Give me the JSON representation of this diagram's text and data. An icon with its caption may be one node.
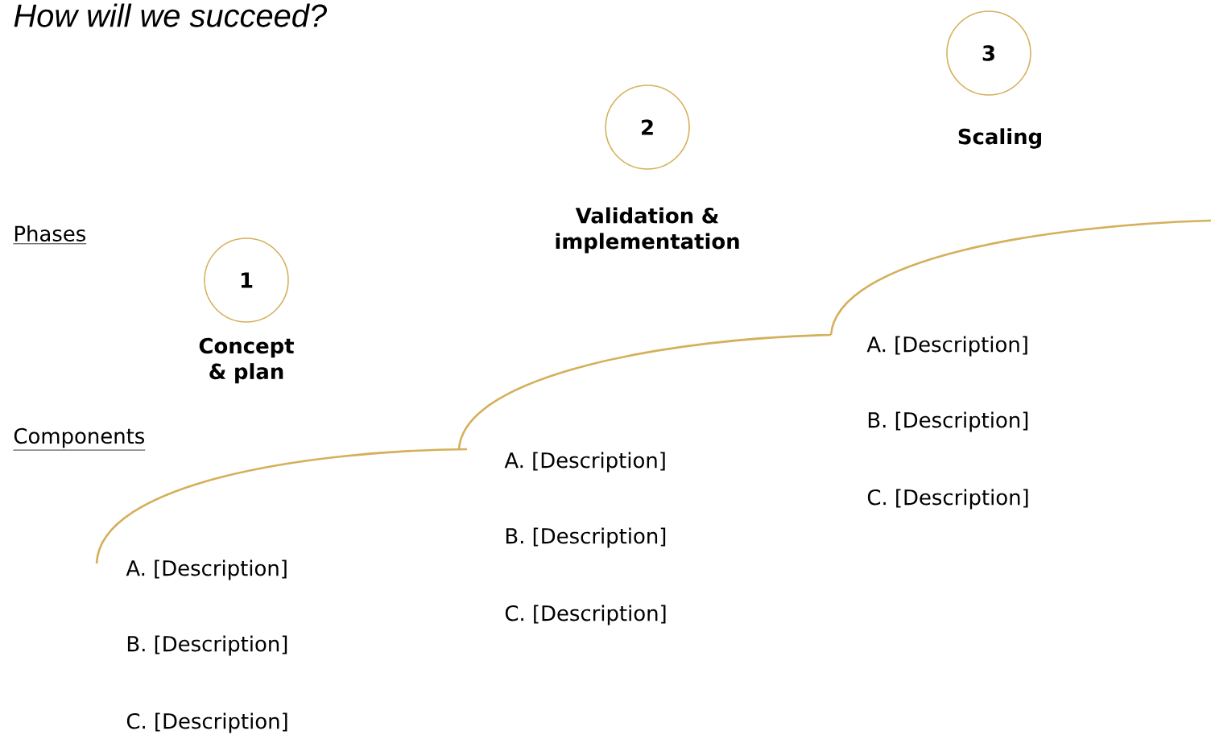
{
  "diagram": {
    "title": "How will we succeed?",
    "nodes": [
      {
        "text": [
          "1"
        ],
        "beside": [
          "Concept & plan"
        ]
      },
      {
        "text": [
          "2"
        ],
        "beside": [
          "Validation & implementation"
        ]
      },
      {
        "text": [
          "3"
        ],
        "beside": [
          "Scaling"
        ]
      }
    ],
    "labels": [
      "Phases",
      "Components",
      "A. [Description]",
      "B. [Description]",
      "C. [Description]",
      "A. [Description]",
      "B. [Description]",
      "C. [Description]",
      "A. [Description]",
      "B. [Description]",
      "C. [Description]"
    ]
  }
}
